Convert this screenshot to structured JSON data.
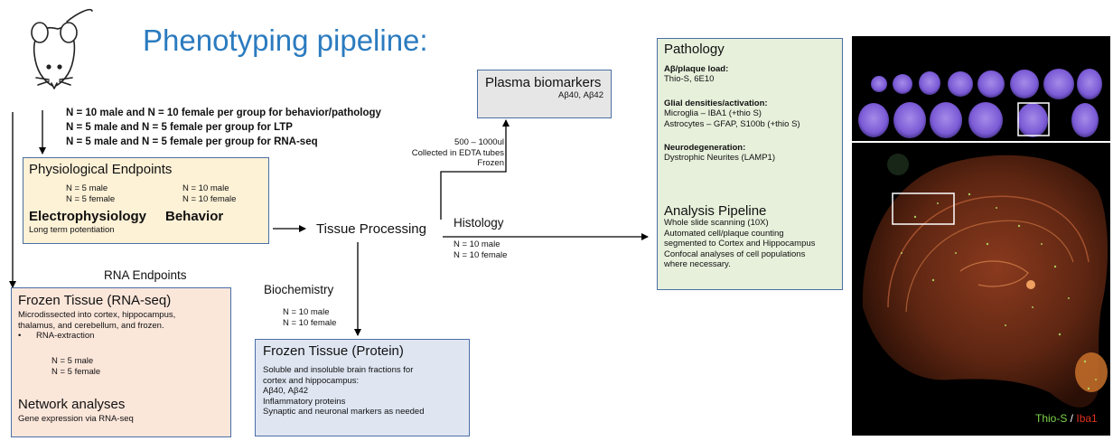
{
  "title": "Phenotyping pipeline:",
  "cohorts": [
    "N = 10 male and N = 10 female per group for behavior/pathology",
    "N = 5 male and N = 5 female per group for LTP",
    "N = 5 male and N = 5 female per group for RNA-seq"
  ],
  "physiological": {
    "heading": "Physiological Endpoints",
    "ephys_n": [
      "N = 5 male",
      "N = 5 female"
    ],
    "behavior_n": [
      "N = 10 male",
      "N = 10 female"
    ],
    "ephys_label": "Electrophysiology",
    "ephys_sub": "Long term potentiation",
    "behavior_label": "Behavior"
  },
  "tissue_processing": "Tissue Processing",
  "plasma": {
    "heading": "Plasma biomarkers",
    "sub": "Aβ40, Aβ42",
    "collection": [
      "500 – 1000ul",
      "Collected in EDTA tubes",
      "Frozen"
    ]
  },
  "histology": {
    "label": "Histology",
    "n": [
      "N = 10 male",
      "N = 10 female"
    ]
  },
  "biochemistry": {
    "label": "Biochemistry",
    "n": [
      "N = 10 male",
      "N = 10 female"
    ]
  },
  "protein": {
    "heading": "Frozen Tissue (Protein)",
    "lines": [
      "Soluble and insoluble brain fractions for",
      "cortex and hippocampus:",
      "Aβ40, Aβ42",
      "Inflammatory proteins",
      "Synaptic and neuronal markers as needed"
    ]
  },
  "rna": {
    "section_label": "RNA Endpoints",
    "heading": "Frozen Tissue (RNA-seq)",
    "lines": [
      "Microdissected into cortex, hippocampus,",
      "thalamus, and cerebellum, and frozen."
    ],
    "bullet": "RNA-extraction",
    "n": [
      "N = 5 male",
      "N = 5 female"
    ],
    "network_heading": "Network analyses",
    "network_sub": "Gene expression via RNA-seq"
  },
  "pathology": {
    "heading": "Pathology",
    "abeta_title": "Aβ/plaque load:",
    "abeta_sub": "Thio-S, 6E10",
    "glial_title": "Glial densities/activation:",
    "glial_lines": [
      "Microglia – IBA1 (+thio S)",
      "Astrocytes – GFAP, S100b (+thio S)"
    ],
    "neuro_title": "Neurodegeneration:",
    "neuro_sub": "Dystrophic Neurites (LAMP1)",
    "analysis_heading": "Analysis Pipeline",
    "analysis_lines": [
      "Whole slide scanning (10X)",
      "Automated cell/plaque counting",
      "segmented to Cortex and Hippocampus",
      "Confocal analyses of cell populations",
      "where necessary."
    ]
  },
  "micrograph": {
    "legend_thio": "Thio-S",
    "legend_sep": " / ",
    "legend_iba": "Iba1"
  },
  "colors": {
    "title": "#2b7bbf",
    "box_border": "#4a6fa5",
    "physio_fill": "#fdf1d6",
    "plasma_fill": "#e6e6e6",
    "rna_fill": "#fbe6da",
    "protein_fill": "#dfe6f2",
    "pathology_fill": "#e6f0db",
    "thio": "#7fd34a",
    "iba": "#e0301e"
  }
}
